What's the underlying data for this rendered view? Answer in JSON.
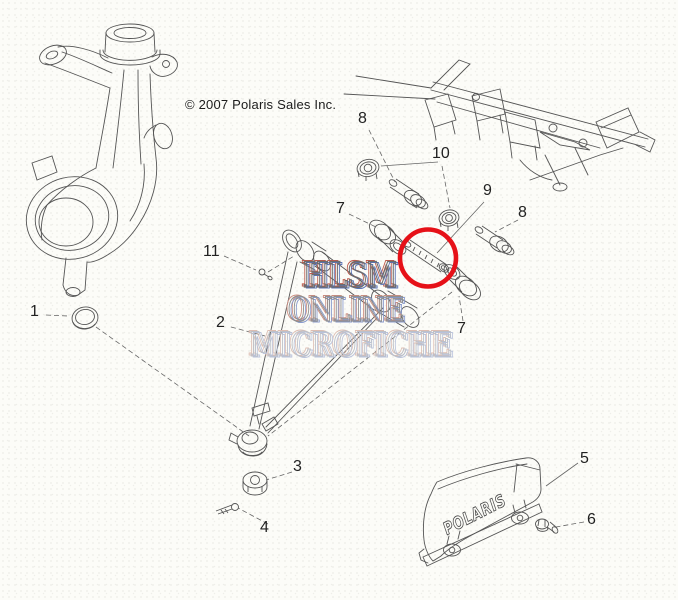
{
  "image": {
    "copyright": "© 2007 Polaris Sales Inc."
  },
  "watermark": {
    "line1": "HLSM",
    "line2": "ONLINE",
    "line3": "MICROFICHE"
  },
  "guard": {
    "logo": "POLARIS"
  },
  "highlight": {
    "highlighted_part": "9",
    "color": "#e61118",
    "shape": "ellipse"
  },
  "callouts": [
    {
      "part": "1",
      "label": "1"
    },
    {
      "part": "2",
      "label": "2"
    },
    {
      "part": "3",
      "label": "3"
    },
    {
      "part": "4",
      "label": "4"
    },
    {
      "part": "5",
      "label": "5"
    },
    {
      "part": "6",
      "label": "6"
    },
    {
      "part": "7",
      "label": "7"
    },
    {
      "part": "7",
      "label": "7"
    },
    {
      "part": "8",
      "label": "8"
    },
    {
      "part": "8",
      "label": "8"
    },
    {
      "part": "9",
      "label": "9"
    },
    {
      "part": "10",
      "label": "10"
    },
    {
      "part": "11",
      "label": "11"
    }
  ]
}
